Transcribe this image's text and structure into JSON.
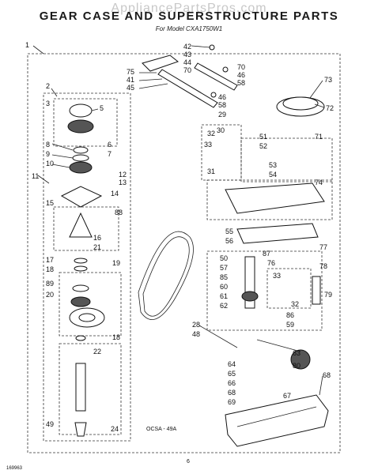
{
  "watermark": "AppliancePartsPros.com",
  "title": "GEAR CASE AND SUPERSTRUCTURE PARTS",
  "subtitle": "For Model CXA1750W1",
  "drawing_code": "OCSA - 49A",
  "page_number": "6",
  "corner_code": "169963",
  "callouts": [
    "1",
    "2",
    "3",
    "5",
    "6",
    "7",
    "8",
    "9",
    "10",
    "11",
    "12",
    "13",
    "14",
    "15",
    "16",
    "21",
    "17",
    "18",
    "19",
    "89",
    "20",
    "18",
    "22",
    "24",
    "49",
    "42",
    "43",
    "44",
    "70",
    "46",
    "58",
    "75",
    "41",
    "45",
    "70",
    "46",
    "58",
    "29",
    "73",
    "72",
    "32",
    "30",
    "33",
    "31",
    "51",
    "52",
    "71",
    "53",
    "54",
    "74",
    "55",
    "56",
    "50",
    "57",
    "85",
    "60",
    "61",
    "62",
    "87",
    "76",
    "77",
    "78",
    "33",
    "32",
    "79",
    "86",
    "59",
    "63",
    "80",
    "64",
    "65",
    "66",
    "68",
    "69",
    "67",
    "68",
    "88",
    "28",
    "48"
  ]
}
